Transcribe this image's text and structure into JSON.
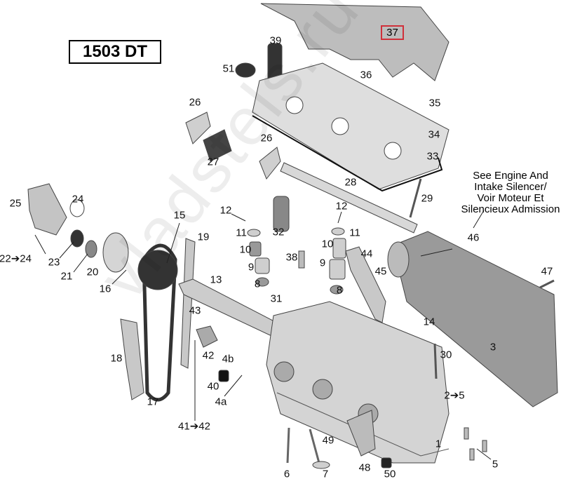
{
  "diagram": {
    "title": "1503 DT",
    "highlighted_part": "37",
    "note": [
      "See Engine And",
      "Intake Silencer/",
      "Voir Moteur Et",
      "Silencieux Admission"
    ],
    "watermark": "vladstels.ru",
    "callouts": [
      "39",
      "51",
      "36",
      "35",
      "26",
      "26",
      "27",
      "34",
      "33",
      "28",
      "29",
      "25",
      "24",
      "15",
      "19",
      "12",
      "12",
      "11",
      "32",
      "11",
      "10",
      "10",
      "38",
      "9",
      "9",
      "44",
      "46",
      "8",
      "8",
      "45",
      "47",
      "22➔24",
      "23",
      "21",
      "20",
      "16",
      "13",
      "31",
      "43",
      "42",
      "4b",
      "14",
      "3",
      "30",
      "18",
      "40",
      "4a",
      "17",
      "2➔5",
      "41➔42",
      "1",
      "49",
      "6",
      "7",
      "48",
      "50",
      "5"
    ]
  }
}
